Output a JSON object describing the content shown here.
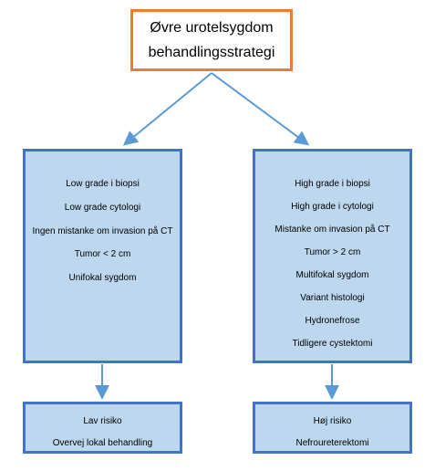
{
  "title": {
    "line1": "Øvre urotelsygdom",
    "line2": "behandlingsstrategi"
  },
  "low_criteria": [
    "Low grade i biopsi",
    "Low grade cytologi",
    "Ingen mistanke om invasion på CT",
    "Tumor < 2 cm",
    "Unifokal sygdom"
  ],
  "high_criteria": [
    "High grade i biopsi",
    "High grade i cytologi",
    "Mistanke om invasion på CT",
    "Tumor > 2 cm",
    "Multifokal sygdom",
    "Variant histologi",
    "Hydronefrose",
    "Tidligere cystektomi"
  ],
  "low_outcome": {
    "risk": "Lav risiko",
    "treatment": "Overvej lokal behandling"
  },
  "high_outcome": {
    "risk": "Høj risiko",
    "treatment": "Nefroureterektomi"
  },
  "colors": {
    "title_border": "#ed7d31",
    "box_fill": "#bdd7ee",
    "box_border": "#4472c4",
    "arrow": "#5b9bd5"
  }
}
